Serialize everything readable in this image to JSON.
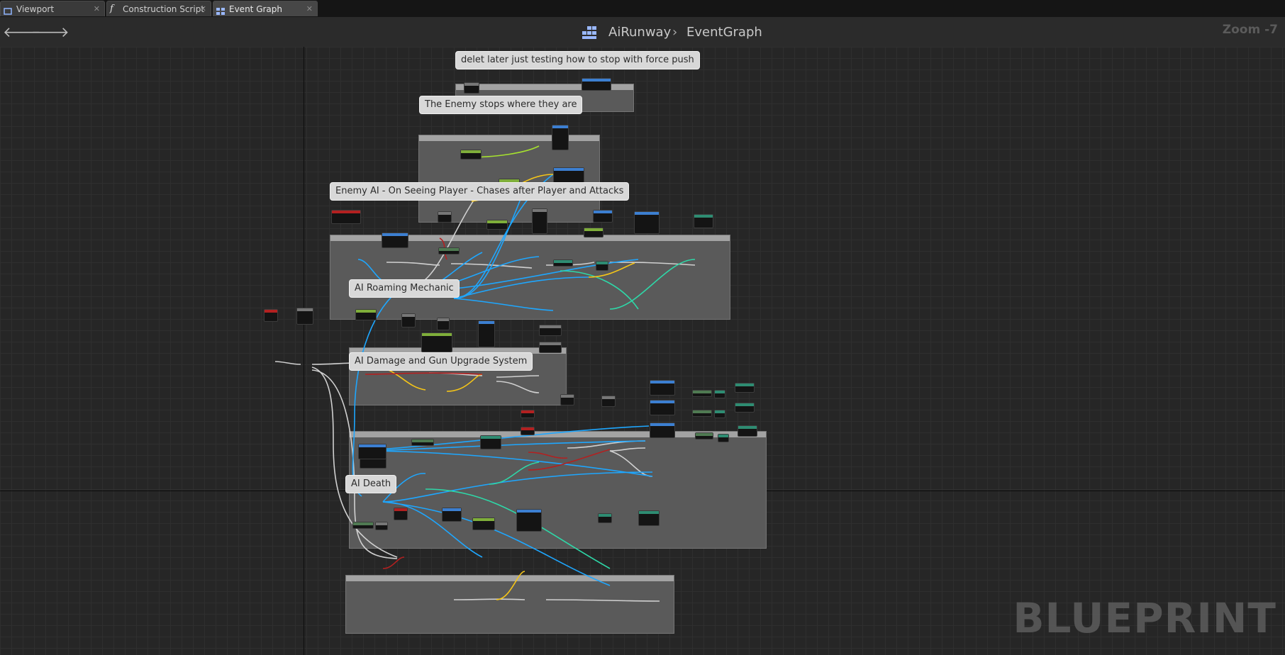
{
  "tabs": [
    {
      "label": "Viewport",
      "icon": "viewport-icon"
    },
    {
      "label": "Construction Script",
      "icon": "function-icon"
    },
    {
      "label": "Event Graph",
      "icon": "graph-icon"
    }
  ],
  "breadcrumb": {
    "blueprint": "AiRunway",
    "graph": "EventGraph",
    "separator": "›"
  },
  "zoom": "Zoom -7",
  "comments": [
    {
      "bubble": "delet later just testing how to stop with force push"
    },
    {
      "bubble": "The Enemy stops where they are"
    },
    {
      "bubble": "Enemy AI - On Seeing Player - Chases after Player and Attacks"
    },
    {
      "bubble": "AI Roaming Mechanic"
    },
    {
      "bubble": "AI Damage and Gun Upgrade System"
    },
    {
      "bubble": "AI Death"
    }
  ],
  "watermark": "BLUEPRINT",
  "colors": {
    "exec": "#ffffff",
    "object": "#1ea7ff",
    "float": "#a6e22e",
    "vector": "#f5c518",
    "bool": "#9a1a1a",
    "struct": "#2ed8a8"
  }
}
